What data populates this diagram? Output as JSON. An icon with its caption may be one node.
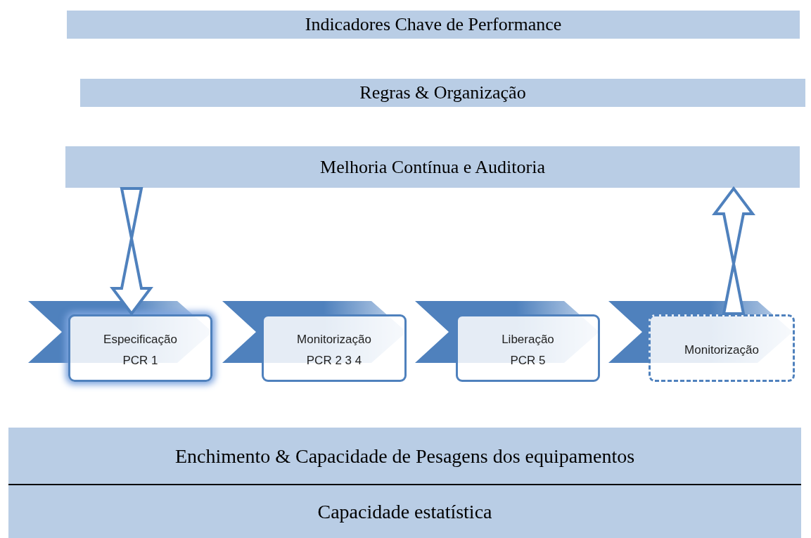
{
  "diagram": {
    "nodes": [
      {
        "text": [
          "Indicadores Chave de Performance"
        ]
      },
      {
        "text": [
          "Regras & Organização"
        ]
      },
      {
        "text": [
          "Melhoria Contínua e Auditoria"
        ]
      },
      {
        "text": [],
        "shape": "chevron"
      },
      {
        "text": [
          "Especificação",
          "PCR 1"
        ]
      },
      {
        "text": [],
        "shape": "chevron"
      },
      {
        "text": [
          "Monitorização",
          "PCR 2 3 4"
        ]
      },
      {
        "text": [],
        "shape": "chevron"
      },
      {
        "text": [
          "Liberação",
          "PCR 5"
        ]
      },
      {
        "text": [],
        "shape": "chevron"
      },
      {
        "text": [
          "Monitorização"
        ]
      },
      {
        "text": [
          "Enchimento & Capacidade de Pesagens dos equipamentos"
        ]
      },
      {
        "text": [
          "Capacidade estatística"
        ]
      }
    ],
    "edges": [
      {
        "from": 2,
        "to": 4,
        "arrow": "to",
        "style": "thick"
      },
      {
        "from": 10,
        "to": 2,
        "arrow": "to",
        "style": "thick"
      }
    ]
  }
}
